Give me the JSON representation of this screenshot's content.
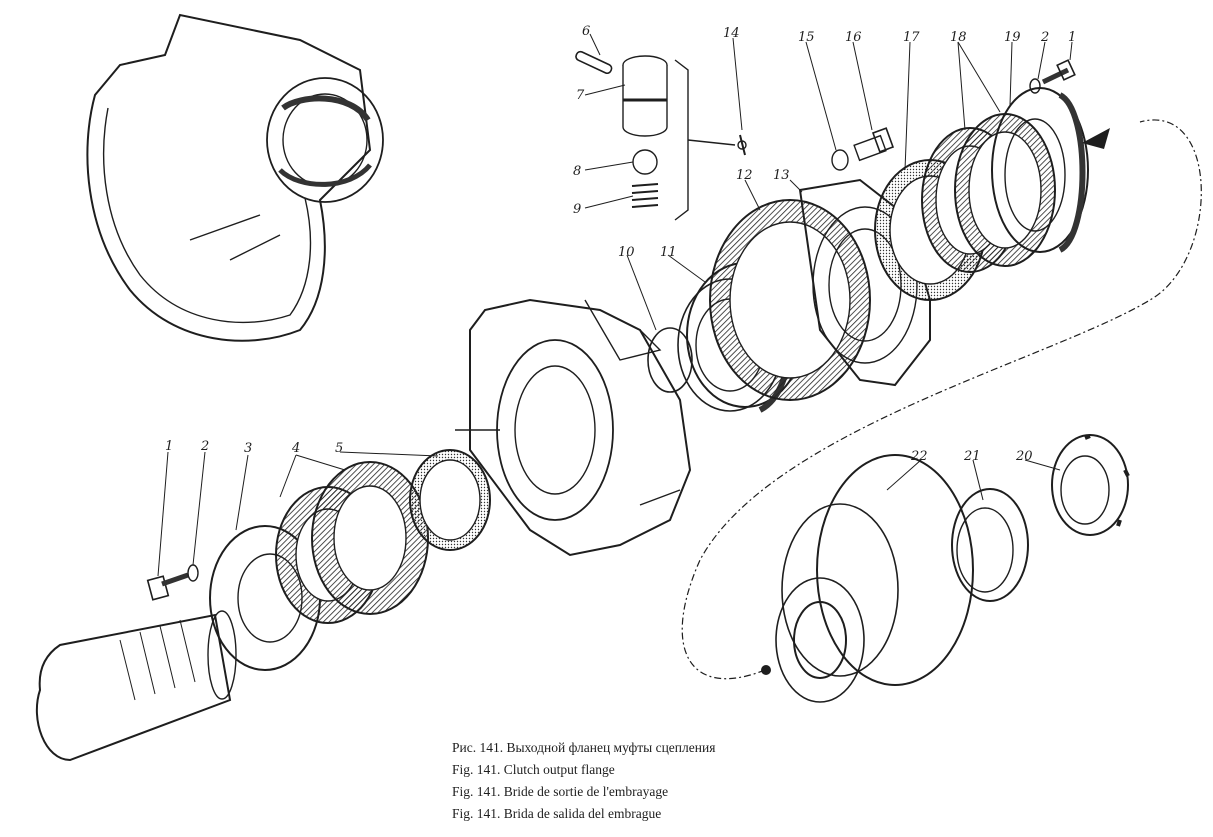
{
  "figure": {
    "callouts": {
      "c1_left": "1",
      "c2_left": "2",
      "c3": "3",
      "c4": "4",
      "c5": "5",
      "c6": "6",
      "c7": "7",
      "c8": "8",
      "c9": "9",
      "c10": "10",
      "c11": "11",
      "c12": "12",
      "c13": "13",
      "c14": "14",
      "c15": "15",
      "c16": "16",
      "c17": "17",
      "c18": "18",
      "c19": "19",
      "c2_right": "2",
      "c1_right": "1",
      "c20": "20",
      "c21": "21",
      "c22": "22"
    },
    "caption": [
      "Рис. 141. Выходной фланец муфты сцепления",
      "Fig. 141. Clutch output flange",
      "Fig. 141. Bride de sortie de l'embrayage",
      "Fig. 141. Brida de salida del embrague"
    ]
  }
}
